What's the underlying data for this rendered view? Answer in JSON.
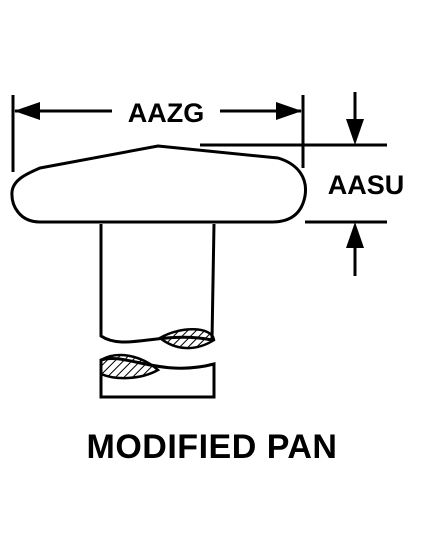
{
  "diagram": {
    "width_dimension_label": "AAZG",
    "height_dimension_label": "AASU",
    "caption": "MODIFIED PAN"
  }
}
